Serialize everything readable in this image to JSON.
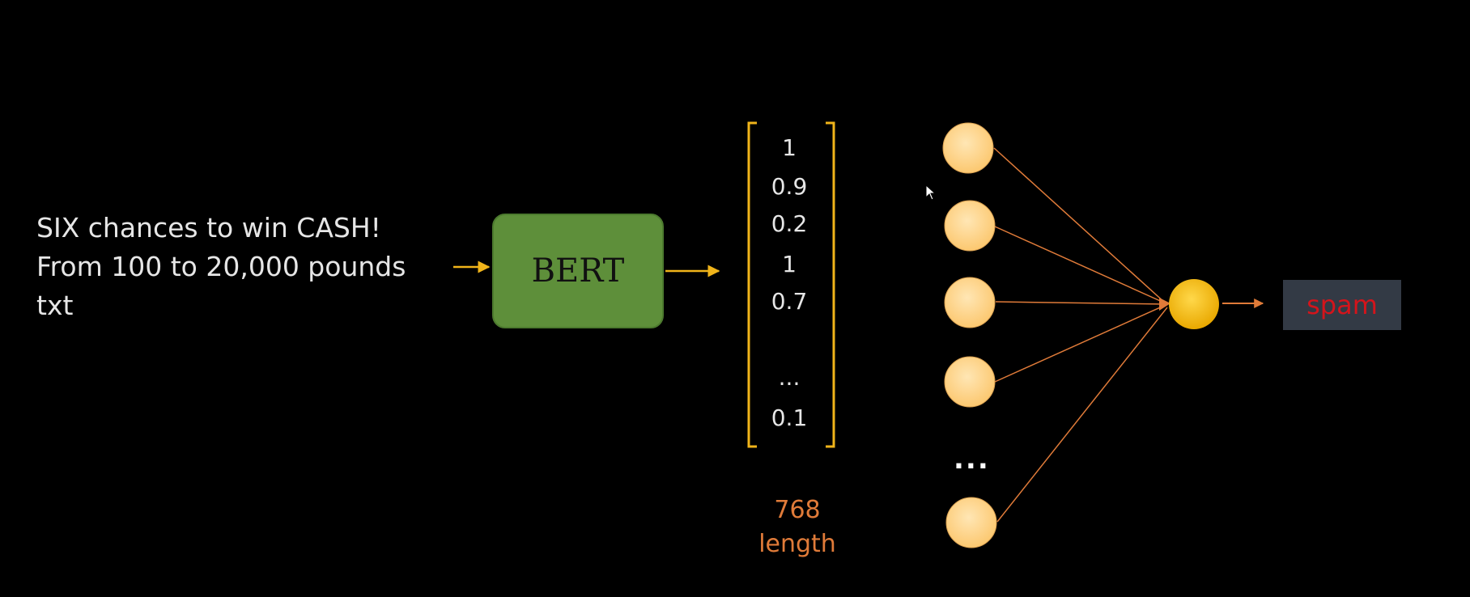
{
  "input": {
    "lines": [
      "SIX chances to win CASH!",
      "From 100 to 20,000 pounds",
      "txt"
    ]
  },
  "model": {
    "label": "BERT"
  },
  "embedding": {
    "values": [
      "1",
      "0.9",
      "0.2",
      "1",
      "0.7",
      "...",
      "0.1"
    ],
    "size_number": "768",
    "size_label": "length"
  },
  "network": {
    "hidden_ellipsis": "...",
    "hidden_neuron_count": 5
  },
  "output": {
    "label": "spam"
  },
  "colors": {
    "background": "#000000",
    "arrow": "#f0b41a",
    "bert_fill": "#5e8f3a",
    "neuron_fill": "#fdd38a",
    "output_neuron": "#f5b800",
    "connection": "#e07b39",
    "length_text": "#e07b39",
    "spam_text": "#d4141b",
    "spam_box": "#333a45"
  }
}
